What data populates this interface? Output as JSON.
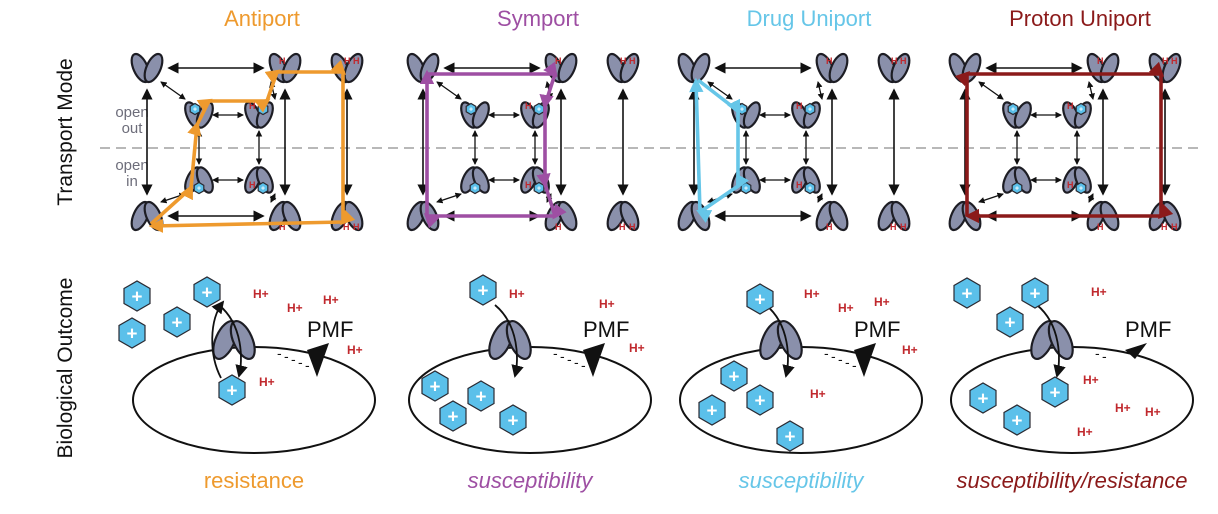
{
  "row_labels": {
    "top": "Transport Mode",
    "bottom": "Biological Outcome"
  },
  "state_labels": {
    "open_out": [
      "open",
      "out"
    ],
    "open_in": [
      "open",
      "in"
    ]
  },
  "colors": {
    "transporter_fill": "#8a90ab",
    "transporter_stroke": "#1d1d24",
    "drug_fill": "#5bc0ea",
    "proton_text": "#c0282d",
    "divider": "#b8b8b8"
  },
  "proton_small": "H",
  "proton_label": "H+",
  "drug_symbol": "+",
  "membrane_charge": "-",
  "pmf_label": "PMF",
  "panels": [
    {
      "id": "antiport",
      "title": "Antiport",
      "outcome": "resistance",
      "outcome_italic": false,
      "color": "#ee9a2e"
    },
    {
      "id": "symport",
      "title": "Symport",
      "outcome": "susceptibility",
      "outcome_italic": true,
      "color": "#9e4fa3"
    },
    {
      "id": "drug-uniport",
      "title": "Drug Uniport",
      "outcome": "susceptibility",
      "outcome_italic": true,
      "color": "#66c6e8"
    },
    {
      "id": "proton-uniport",
      "title": "Proton Uniport",
      "outcome": "susceptibility/resistance",
      "outcome_italic": true,
      "color": "#8b1a1a"
    }
  ]
}
